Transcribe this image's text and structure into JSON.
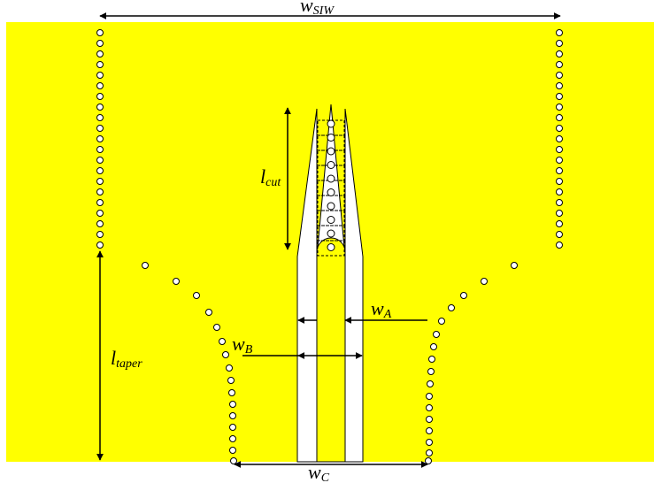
{
  "colors": {
    "substrate": "#ffff00",
    "metal_gap": "#ffffff",
    "via_stroke": "#000000",
    "dimension_line": "#000000"
  },
  "labels": {
    "w_siw": {
      "main": "w",
      "sub": "SIW"
    },
    "l_cut": {
      "main": "l",
      "sub": "cut"
    },
    "w_a": {
      "main": "w",
      "sub": "A"
    },
    "w_b": {
      "main": "w",
      "sub": "B"
    },
    "l_taper": {
      "main": "l",
      "sub": "taper"
    },
    "w_c": {
      "main": "w",
      "sub": "C"
    }
  },
  "icons": {
    "via": "circle-outline",
    "arrow": "double-headed-arrow"
  }
}
